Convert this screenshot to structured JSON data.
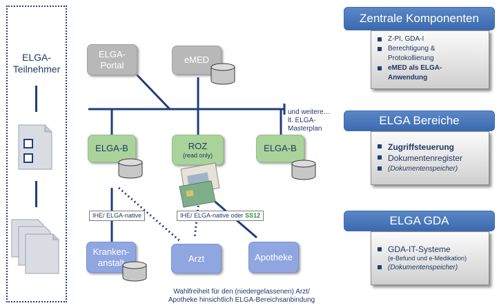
{
  "participants": {
    "label_line1": "ELGA-",
    "label_line2": "Teilnehmer"
  },
  "nodes": {
    "portal": {
      "line1": "ELGA-",
      "line2": "Portal"
    },
    "emed": "eMED",
    "elga_b_left": "ELGA-B",
    "roz": {
      "line1": "ROZ",
      "line2": "(read only)"
    },
    "elga_b_right": "ELGA-B",
    "krankenanstalt": {
      "line1": "Kranken-",
      "line2": "anstalt"
    },
    "arzt": "Arzt",
    "apotheke": "Apotheke"
  },
  "annotations": {
    "further_line1": "und weitere…",
    "further_line2": "lt. ELGA-",
    "further_line3": "Masterplan",
    "iface_left": "IHE/ ELGA-native",
    "iface_right_prefix": "IHE/ ELGA-native oder",
    "iface_right_accent": "SS12",
    "footer_line1": "Wahlfreiheit für den (niedergelassenen) Arzt/",
    "footer_line2": "Apotheke hinsichtlich ELGA-Bereichsanbindung"
  },
  "panels": {
    "zentrale": {
      "title": "Zentrale Komponenten",
      "items": [
        {
          "text": "Z-PI, GDA-I"
        },
        {
          "text": "Berechtigung &"
        },
        {
          "text": "Protokollierung"
        },
        {
          "text": "eMED als ELGA-"
        },
        {
          "text": "Anwendung"
        }
      ]
    },
    "bereiche": {
      "title": "ELGA Bereiche",
      "items": [
        "Zugriffsteuerung",
        "Dokumentenregister",
        "(Dokumentenspeicher)"
      ]
    },
    "gda": {
      "title": "ELGA GDA",
      "items": [
        "GDA-IT-Systeme",
        "(e-Befund und e-Medikation)",
        "(Dokumentenspeicher)"
      ]
    }
  },
  "colors": {
    "navy": "#1f3d7a",
    "node_gray": "#b8b8b8",
    "node_green": "#a9d39a",
    "node_blue": "#8fa6e0",
    "panel_header": "#4a78bb",
    "accent_green": "#2e8b3a"
  }
}
